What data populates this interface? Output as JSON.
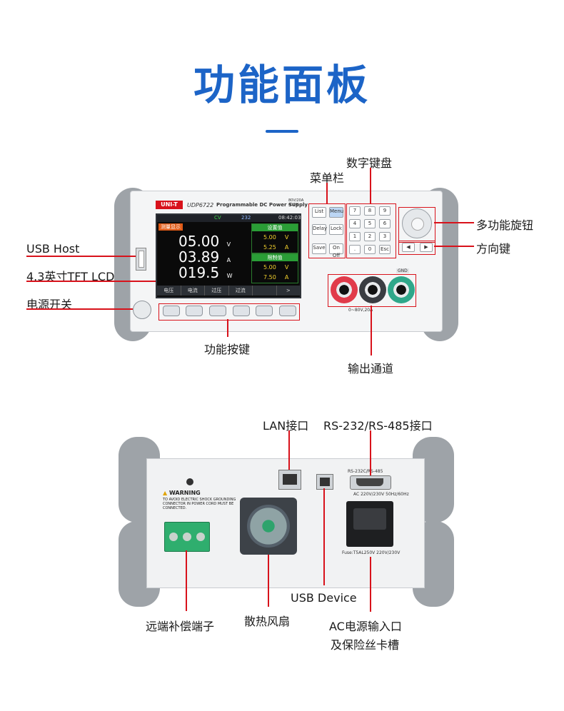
{
  "page": {
    "title": "功能面板"
  },
  "front": {
    "brand": "UNI-T",
    "model": "UDP6722",
    "subtitle": "Programmable DC Power Supply",
    "rating": "80V/20A 400W",
    "screen": {
      "header_left": "测量显示",
      "header_mode": "CV",
      "header_addr": "232",
      "time": "08:42:03",
      "voltage": "05.00",
      "voltage_unit": "V",
      "current": "03.89",
      "current_unit": "A",
      "power": "019.5",
      "power_unit": "W",
      "set_title": "设置值",
      "set_v": "5.00",
      "set_a": "5.25",
      "limit_title": "限制值",
      "limit_v": "5.00",
      "limit_a": "7.50",
      "softkeys": [
        "电压",
        "电流",
        "过压",
        "过流",
        "",
        ">"
      ]
    },
    "menu_keys": [
      "List",
      "Menu",
      "Delay",
      "Lock",
      "Save",
      "On Off"
    ],
    "numpad": [
      "7",
      "8",
      "9",
      "4",
      "5",
      "6",
      "1",
      "2",
      "3",
      ".",
      "0",
      "Esc"
    ],
    "output_label": "0~80V,20A",
    "terminals_label": "GND",
    "labels": {
      "keypad": "数字键盘",
      "menu": "菜单栏",
      "knob": "多功能旋钮",
      "arrows": "方向键",
      "usb_host": "USB Host",
      "lcd": "4.3英寸TFT LCD",
      "power_switch": "电源开关",
      "function_keys": "功能按键",
      "output": "输出通道"
    }
  },
  "rear": {
    "warning_title": "WARNING",
    "warning_text": "TO AVOID ELECTRIC SHOCK GROUNDING CONNECTOR IN POWER CORD MUST BE CONNECTED.",
    "serial_label": "RS-232C/RS-485",
    "ac_label": "AC 220V/230V 50Hz/60Hz",
    "fuse_label": "Fuse:T5AL250V 220V/230V",
    "labels": {
      "lan": "LAN接口",
      "serial": "RS-232/RS-485接口",
      "usb_device": "USB Device",
      "sense": "远端补偿端子",
      "fan": "散热风扇",
      "ac_line1": "AC电源输入口",
      "ac_line2": "及保险丝卡槽"
    }
  }
}
